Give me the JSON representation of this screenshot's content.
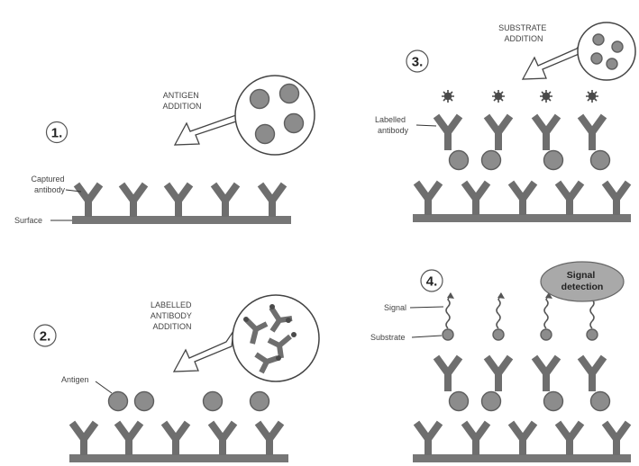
{
  "panel_numbers": [
    "1.",
    "2.",
    "3.",
    "4."
  ],
  "step_labels": {
    "antigen_addition": [
      "ANTIGEN",
      "ADDITION"
    ],
    "labelled_antibody_addition": [
      "LABELLED",
      "ANTIBODY",
      "ADDITION"
    ],
    "substrate_addition": [
      "SUBSTRATE",
      "ADDITION"
    ]
  },
  "part_labels": {
    "captured_antibody": [
      "Captured",
      "antibody"
    ],
    "surface": "Surface",
    "antigen": "Antigen",
    "labelled_antibody": [
      "Labelled",
      "antibody"
    ],
    "signal": "Signal",
    "substrate": "Substrate"
  },
  "signal_detection": [
    "Signal",
    "detection"
  ],
  "colors": {
    "antibody": "#6e6e6e",
    "antigen": "#8c8c8c",
    "surface": "#767676",
    "detection_ellipse": "#a9a9a9"
  }
}
